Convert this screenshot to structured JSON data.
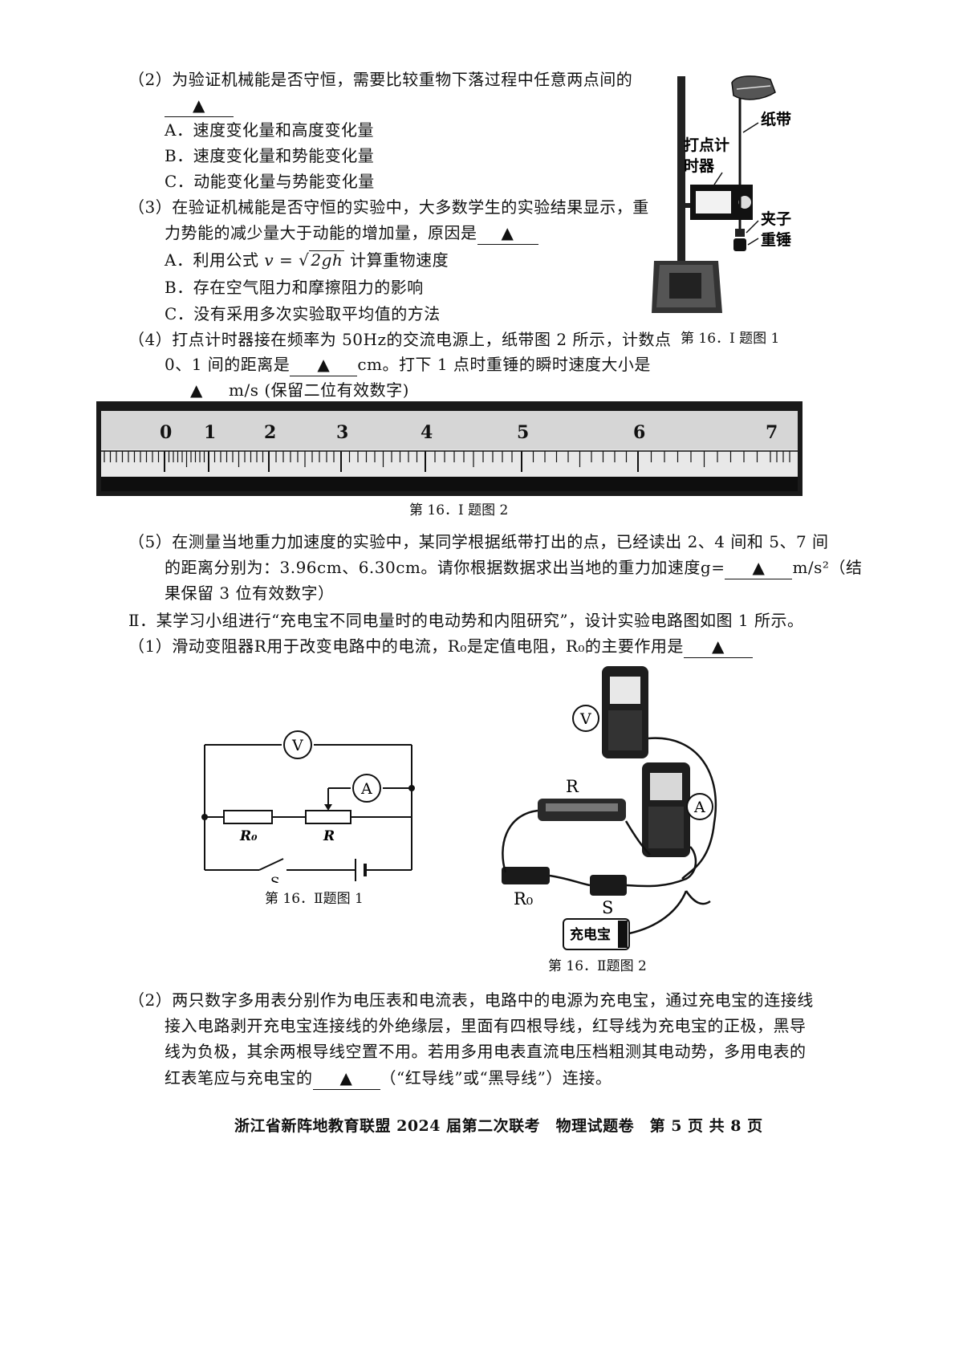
{
  "q2": {
    "line1": "（2）为验证机械能是否守恒，需要比较重物下落过程中任意两点间的",
    "blank": "▲",
    "options": [
      "A．速度变化量和高度变化量",
      "B．速度变化量和势能变化量",
      "C．动能变化量与势能变化量"
    ]
  },
  "q3": {
    "line1": "（3）在验证机械能是否守恒的实验中，大多数学生的实验结果显示，重",
    "line2_prefix": "力势能的减少量大于动能的增加量，原因是",
    "blank": "▲",
    "optionA_prefix": "A．利用公式",
    "optionA_formula_v": "v",
    "optionA_formula_eq": " = ",
    "optionA_formula_root": "2gh",
    "optionA_suffix": "计算重物速度",
    "optionB": "B．存在空气阻力和摩擦阻力的影响",
    "optionC": "C．没有采用多次实验取平均值的方法"
  },
  "q4": {
    "line1": "（4）打点计时器接在频率为 50Hz的交流电源上，纸带图 2 所示，计数点",
    "line2_prefix": "0、1 间的距离是",
    "line2_blank": "▲",
    "line2_mid": "cm。打下 1 点时重锤的瞬时速度大小是",
    "line3_blank": "▲",
    "line3_suffix": "m/s (保留二位有效数字)"
  },
  "fig1": {
    "caption": "第 16．I 题图 1",
    "labels": {
      "tape": "纸带",
      "timer1": "打点计",
      "timer2": "时器",
      "clip": "夹子",
      "weight": "重锤"
    }
  },
  "fig2": {
    "caption": "第 16．I 题图 2",
    "ruler_numbers": [
      "0",
      "1",
      "2",
      "3",
      "4",
      "5",
      "6",
      "7"
    ]
  },
  "q5": {
    "line1": "（5）在测量当地重力加速度的实验中，某同学根据纸带打出的点，已经读出 2、4 间和 5、7 间",
    "line2_prefix": "的距离分别为：3.96cm、6.30cm。请你根据数据求出当地的重力加速度g=",
    "line2_blank": "▲",
    "line2_unit": "m/s²（结",
    "line3": "果保留 3 位有效数字）"
  },
  "partII": {
    "intro": "Ⅱ．某学习小组进行“充电宝不同电量时的电动势和内阻研究”，设计实验电路图如图 1 所示。",
    "q1_prefix": "（1）滑动变阻器R用于改变电路中的电流，R₀是定值电阻，R₀的主要作用是",
    "q1_blank": "▲"
  },
  "circuit": {
    "caption": "第 16．Ⅱ题图 1",
    "voltmeter": "V",
    "ammeter": "A",
    "r0": "R₀",
    "r": "R",
    "switch": "S"
  },
  "photo2": {
    "caption": "第 16．Ⅱ题图 2",
    "v": "V",
    "a": "A",
    "r": "R",
    "r0": "R₀",
    "s": "S",
    "powerbank": "充电宝"
  },
  "q2b": {
    "line1": "（2）两只数字多用表分别作为电压表和电流表，电路中的电源为充电宝，通过充电宝的连接线",
    "line2": "接入电路剥开充电宝连接线的外绝缘层，里面有四根导线，红导线为充电宝的正极，黑导",
    "line3": "线为负极，其余两根导线空置不用。若用多用电表直流电压档粗测其电动势，多用电表的",
    "line4_prefix": "红表笔应与充电宝的",
    "line4_blank": "▲",
    "line4_suffix": "（“红导线”或“黑导线”）连接。"
  },
  "footer": "浙江省新阵地教育联盟 2024 届第二次联考　物理试题卷　第 5 页 共 8 页"
}
